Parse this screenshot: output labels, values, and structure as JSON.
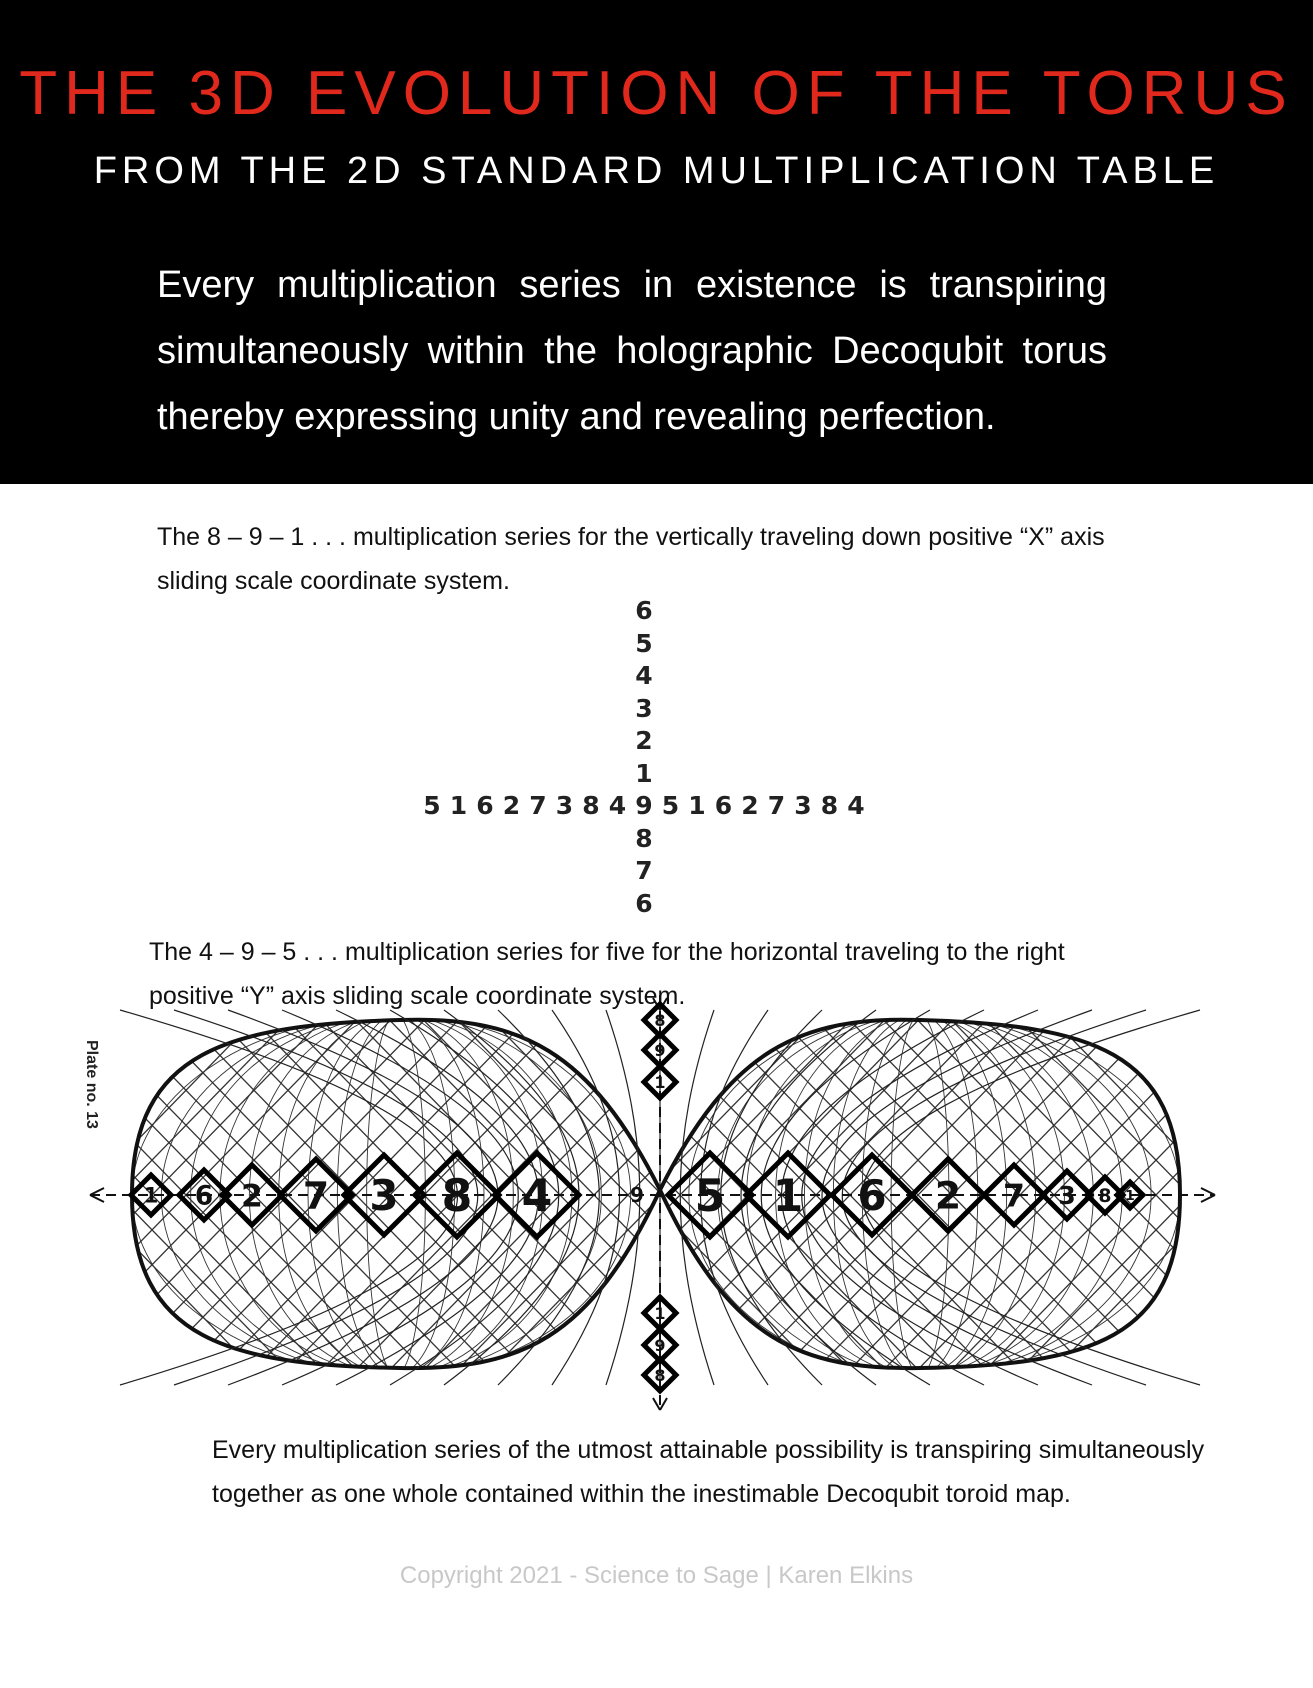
{
  "header": {
    "title": "THE 3D EVOLUTION OF THE TORUS",
    "subtitle": "FROM THE 2D STANDARD MULTIPLICATION TABLE",
    "intro": "Every multiplication series in existence is transpiring simultaneously within the holographic Decoqubit torus thereby expressing unity and revealing perfection."
  },
  "captions": {
    "x_axis": "The 8 – 9 – 1 . . .  multiplication series for the vertically traveling down positive “X” axis sliding scale coordinate system.",
    "y_axis": "The 4 – 9  – 5 . . .  multiplication series for five for the horizontal traveling to the right positive “Y” axis sliding scale coordinate system.",
    "bottom": "Every multiplication series of the utmost attainable possibility is transpiring simultaneously together as one whole contained within the inestimable Decoqubit toroid map."
  },
  "cross": {
    "vertical_top": [
      "6",
      "5",
      "4",
      "3",
      "2",
      "1"
    ],
    "center": "9",
    "vertical_bottom": [
      "8",
      "7",
      "6"
    ],
    "horizontal_left": [
      "5",
      "1",
      "6",
      "2",
      "7",
      "3",
      "8",
      "4"
    ],
    "horizontal_right": [
      "5",
      "1",
      "6",
      "2",
      "7",
      "3",
      "8",
      "4"
    ]
  },
  "torus": {
    "plate_label": "Plate no. 13",
    "left_sequence": [
      "1",
      "6",
      "2",
      "7",
      "3",
      "8",
      "4"
    ],
    "center": "9",
    "right_sequence": [
      "5",
      "1",
      "6",
      "2",
      "7",
      "3",
      "8",
      "1"
    ],
    "vertical_top": [
      "8",
      "9",
      "1"
    ],
    "vertical_bottom": [
      "8",
      "9",
      "1"
    ]
  },
  "footer": {
    "copyright": "Copyright 2021 - Science to Sage | Karen Elkins"
  }
}
